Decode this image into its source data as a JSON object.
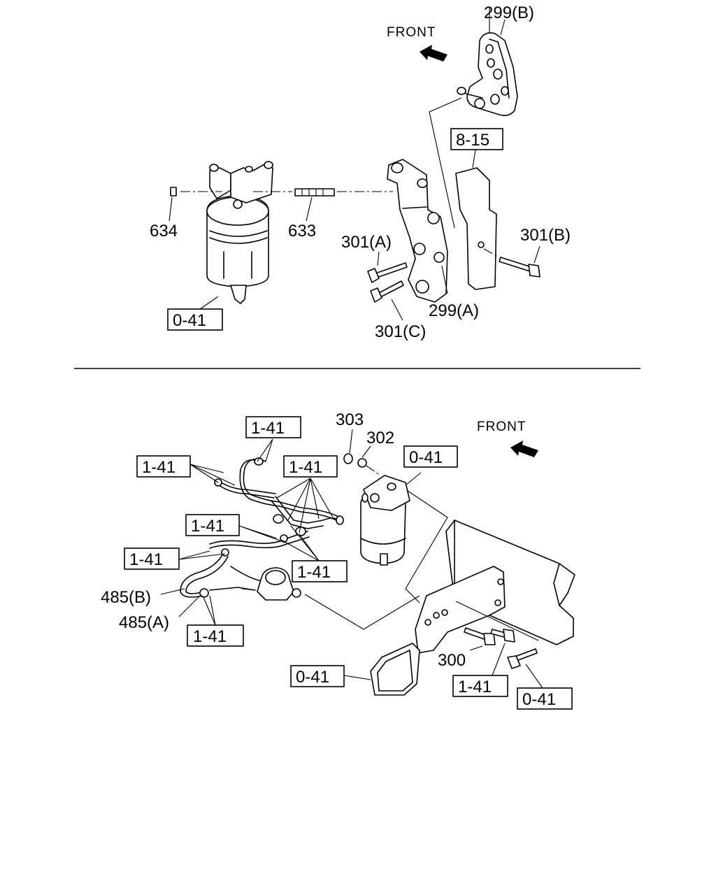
{
  "top": {
    "front": "FRONT",
    "labels": {
      "l299b": "299(B)",
      "l815": "8-15",
      "l634": "634",
      "l633": "633",
      "l301a": "301(A)",
      "l301b": "301(B)",
      "l041": "0-41",
      "l299a": "299(A)",
      "l301c": "301(C)"
    }
  },
  "bottom": {
    "front": "FRONT",
    "labels": {
      "l303": "303",
      "l302": "302",
      "b141a": "1-41",
      "b141b": "1-41",
      "b141c": "1-41",
      "b041a": "0-41",
      "b141d": "1-41",
      "b141e": "1-41",
      "b141f": "1-41",
      "l485b": "485(B)",
      "l485a": "485(A)",
      "b141g": "1-41",
      "l300": "300",
      "b041b": "0-41",
      "b141h": "1-41",
      "b041c": "0-41"
    }
  }
}
